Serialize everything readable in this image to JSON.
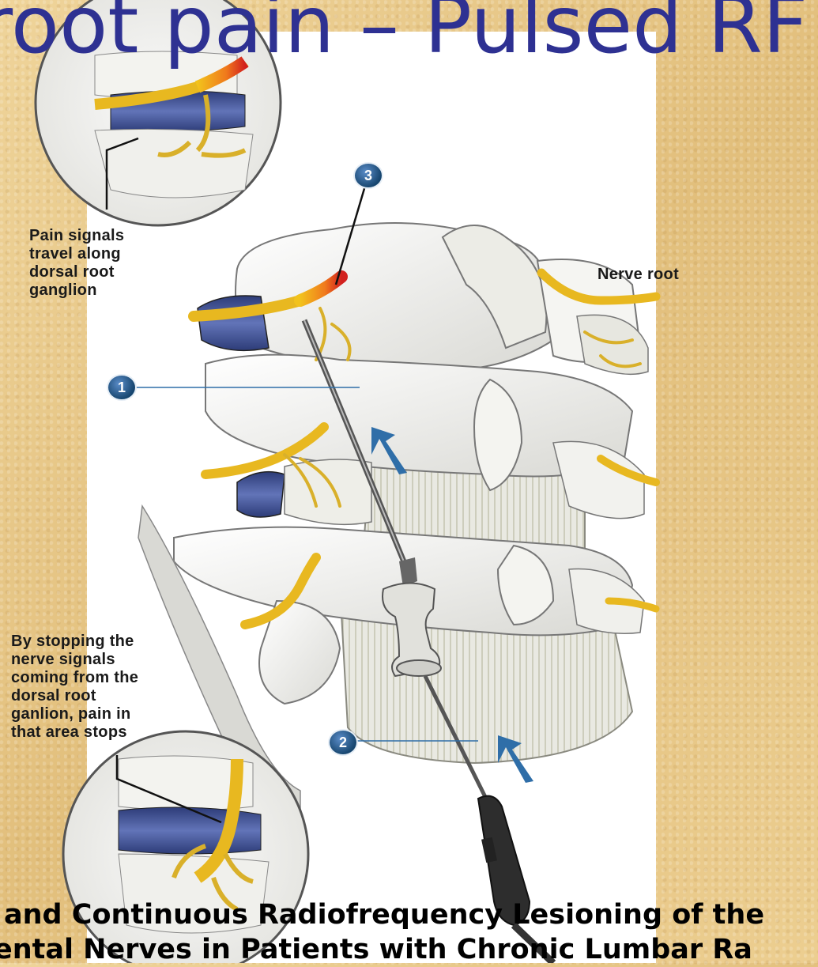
{
  "title": "root pain – Pulsed RF",
  "labels": {
    "pain_signals": [
      "Pain signals",
      "travel along",
      "dorsal root",
      "ganglion"
    ],
    "nerve_root": "Nerve root",
    "stopping": [
      "By stopping the",
      "nerve signals",
      "coming from the",
      "dorsal root",
      "ganlion, pain in",
      "that area stops"
    ]
  },
  "markers": [
    "3",
    "1",
    "2"
  ],
  "caption": {
    "line1": "and Continuous Radiofrequency Lesioning of the",
    "line2": "ental Nerves in Patients with Chronic Lumbar Ra"
  },
  "colors": {
    "title": "#2e3192",
    "background": "#e8c98a",
    "nerve": "#e8b820",
    "disc": "#3c4f8f",
    "bone": "#f1f1ee"
  }
}
